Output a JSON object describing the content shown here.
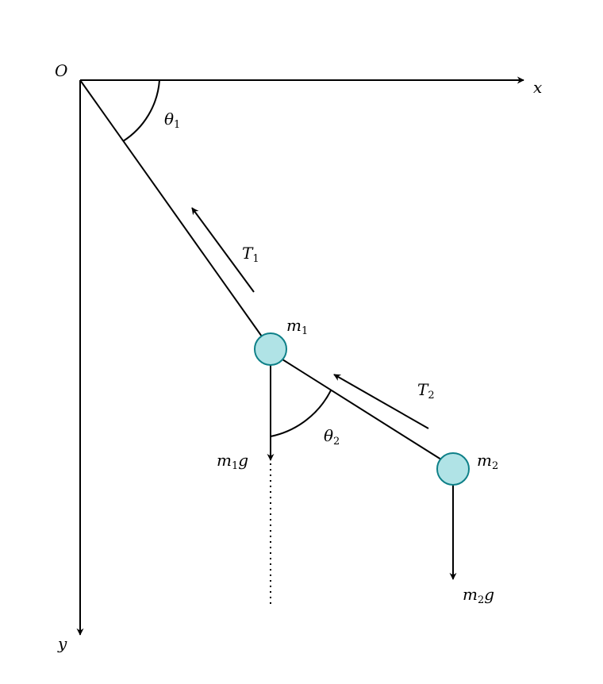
{
  "title": "Double pendulum free-body diagram",
  "colors": {
    "mass_fill": "#b0e3e6",
    "mass_stroke": "#0e8088",
    "line": "#000000"
  },
  "labels": {
    "origin": "O",
    "x_axis": "x",
    "y_axis": "y",
    "theta1": {
      "base": "θ",
      "sub": "1"
    },
    "theta2": {
      "base": "θ",
      "sub": "2"
    },
    "tension1": {
      "base": "T",
      "sub": "1"
    },
    "tension2": {
      "base": "T",
      "sub": "2"
    },
    "mass1": {
      "base": "m",
      "sub": "1"
    },
    "mass2": {
      "base": "m",
      "sub": "2"
    },
    "weight1": {
      "base": "m",
      "sub": "1",
      "tail": "g"
    },
    "weight2": {
      "base": "m",
      "sub": "2",
      "tail": "g"
    }
  }
}
